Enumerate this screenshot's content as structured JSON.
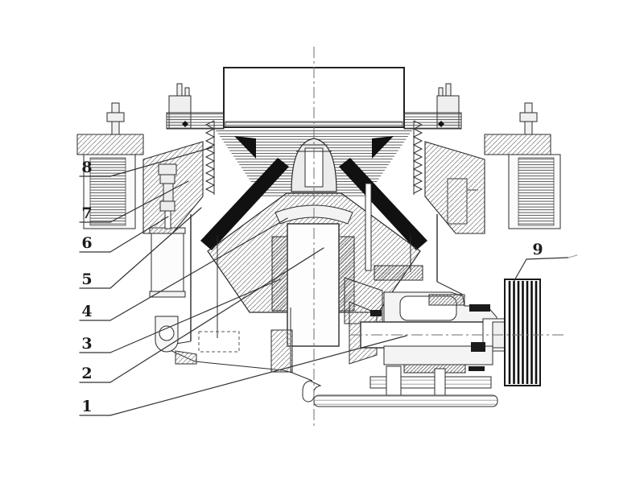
{
  "figure": {
    "kind": "cone-crusher-sectional-drawing",
    "background": "#ffffff",
    "line_color": "#2b2b2b",
    "dark_fill": "#111111",
    "light_fill": "#f4f4f4"
  },
  "callouts": {
    "items": [
      {
        "label": "1"
      },
      {
        "label": "2"
      },
      {
        "label": "3"
      },
      {
        "label": "4"
      },
      {
        "label": "5"
      },
      {
        "label": "6"
      },
      {
        "label": "7"
      },
      {
        "label": "8"
      },
      {
        "label": "9"
      }
    ]
  }
}
